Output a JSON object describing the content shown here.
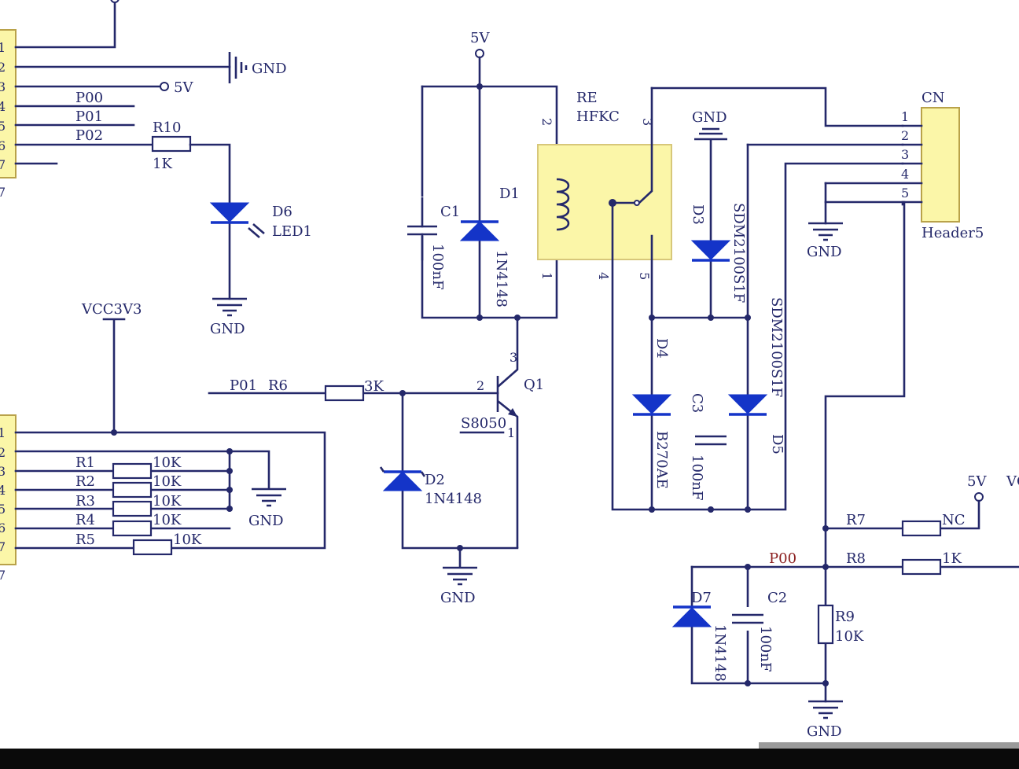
{
  "labels": {
    "gnd": "GND",
    "v5": "5V",
    "vcc3v3": "VCC3V3",
    "p00": "P00",
    "p01": "P01",
    "p02": "P02",
    "r10": "R10",
    "r10_val": "1K",
    "d6": "D6",
    "d6_val": "LED1",
    "r1": "R1",
    "r2": "R2",
    "r3": "R3",
    "r4": "R4",
    "r5": "R5",
    "k10": "10K",
    "r6": "R6",
    "r6_val": "3K",
    "d2": "D2",
    "d2_val": "1N4148",
    "q1": "Q1",
    "q1_val": "S8050",
    "c1": "C1",
    "c1_val": "100nF",
    "d1": "D1",
    "d1_val": "1N4148",
    "re": "RE",
    "re_val": "HFKC",
    "d3": "D3",
    "d3_val": "SDM2100S1F",
    "d4": "D4",
    "d4_val": "B270AE",
    "c3": "C3",
    "c3_val": "100nF",
    "d5": "D5",
    "d5_val": "SDM2100S1F",
    "cn": "CN",
    "cn_val": "Header5",
    "r7": "R7",
    "r7_val": "NC",
    "r8": "R8",
    "r8_val": "1K",
    "r9": "R9",
    "r9_val": "10K",
    "d7": "D7",
    "d7_val": "1N4148",
    "c2": "C2",
    "c2_val": "100nF",
    "vc_cut": "VC"
  },
  "pins": {
    "p1": "1",
    "p2": "2",
    "p3": "3",
    "p4": "4",
    "p5": "5",
    "p6": "6",
    "p7": "7"
  }
}
